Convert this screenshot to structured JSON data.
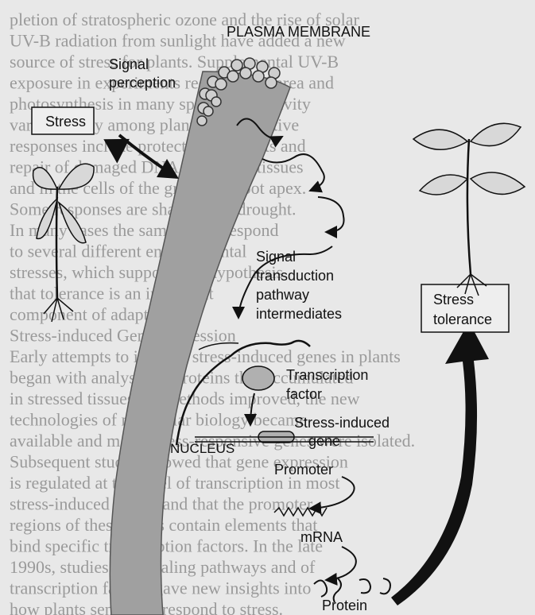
{
  "labels": {
    "plasma_membrane": "PLASMA MEMBRANE",
    "signal_perception": [
      "Signal",
      "perception"
    ],
    "stress": "Stress",
    "signal_transduction": [
      "Signal",
      "transduction",
      "pathway",
      "intermediates"
    ],
    "stress_tolerance": [
      "Stress",
      "tolerance"
    ],
    "transcription_factor": [
      "Transcription",
      "factor"
    ],
    "stress_induced_gene": [
      "Stress-induced",
      "gene"
    ],
    "nucleus": "NUCLEUS",
    "promoter": "Promoter",
    "mrna": "mRNA",
    "protein": "Protein"
  },
  "background_text": [
    "pletion of stratospheric ozone and the rise of solar",
    "UV-B radiation from sunlight have added a new",
    "source of stress for plants. Supplemental UV-B",
    "exposure in experiments reduced leaf area and",
    "photosynthesis in many species; sensitivity",
    "varies widely among plants, and adaptive",
    "responses include protective pigments and",
    "repair of damaged DNA in the leaf tissues",
    "and in the cells of the growing shoot apex.",
    "Some responses are shared with drought.",
    "In many cases the same genes respond",
    "to several different environmental",
    "stresses, which supports the hypothesis",
    "that tolerance is an important",
    "component of adaptation.",
    "Stress-induced Gene Expression",
    "Early attempts to identify stress-induced genes in plants",
    "began with analyses of proteins that accumulated",
    "in stressed tissues. As methods improved, the new",
    "technologies of molecular biology became",
    "available and many stress-responsive genes were isolated.",
    "Subsequent studies showed that gene expression",
    "is regulated at the level of transcription in most",
    "stress-induced genes, and that the promoter",
    "regions of these genes contain elements that",
    "bind specific transcription factors. In the late",
    "1990s, studies of signaling pathways and of",
    "transcription factors gave new insights into",
    "how plants sense and respond to stress."
  ]
}
